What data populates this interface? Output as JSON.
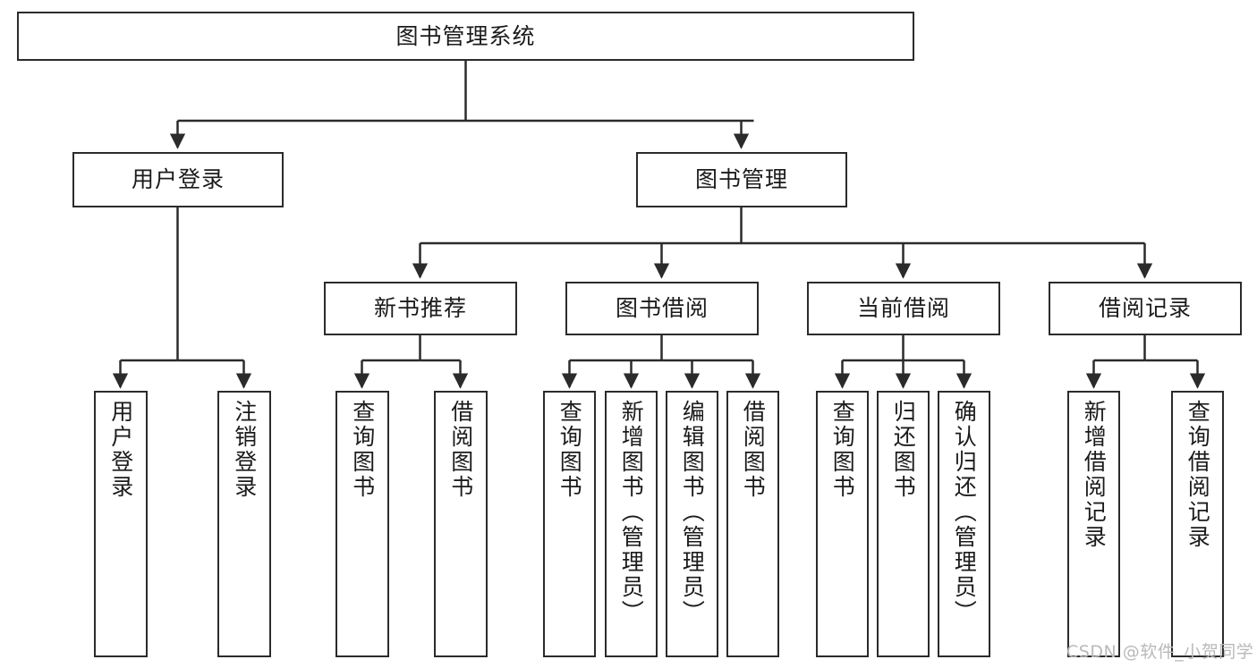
{
  "diagram": {
    "title": "图书管理系统",
    "type": "functional-structure-tree",
    "root": {
      "label": "图书管理系统"
    },
    "level2": [
      {
        "label": "用户登录"
      },
      {
        "label": "图书管理"
      }
    ],
    "level3": [
      {
        "label": "新书推荐"
      },
      {
        "label": "图书借阅"
      },
      {
        "label": "当前借阅"
      },
      {
        "label": "借阅记录"
      }
    ],
    "leaves": {
      "user_login": [
        {
          "label": "用户登录"
        },
        {
          "label": "注销登录"
        }
      ],
      "new_book_recommend": [
        {
          "label": "查询图书"
        },
        {
          "label": "借阅图书"
        }
      ],
      "book_borrow": [
        {
          "label": "查询图书"
        },
        {
          "label": "新增图书（管理员）"
        },
        {
          "label": "编辑图书（管理员）"
        },
        {
          "label": "借阅图书"
        }
      ],
      "current_borrow": [
        {
          "label": "查询图书"
        },
        {
          "label": "归还图书"
        },
        {
          "label": "确认归还（管理员）"
        }
      ],
      "borrow_record": [
        {
          "label": "新增借阅记录"
        },
        {
          "label": "查询借阅记录"
        }
      ]
    }
  },
  "watermark": {
    "text": "CSDN @软件_小贺同学"
  },
  "colors": {
    "node_border": "#2b2b2b",
    "node_fill": "#ffffff",
    "edge": "#2b2b2b",
    "text": "#1b1b1b",
    "watermark": "#b9b9b9",
    "background": "#ffffff"
  }
}
